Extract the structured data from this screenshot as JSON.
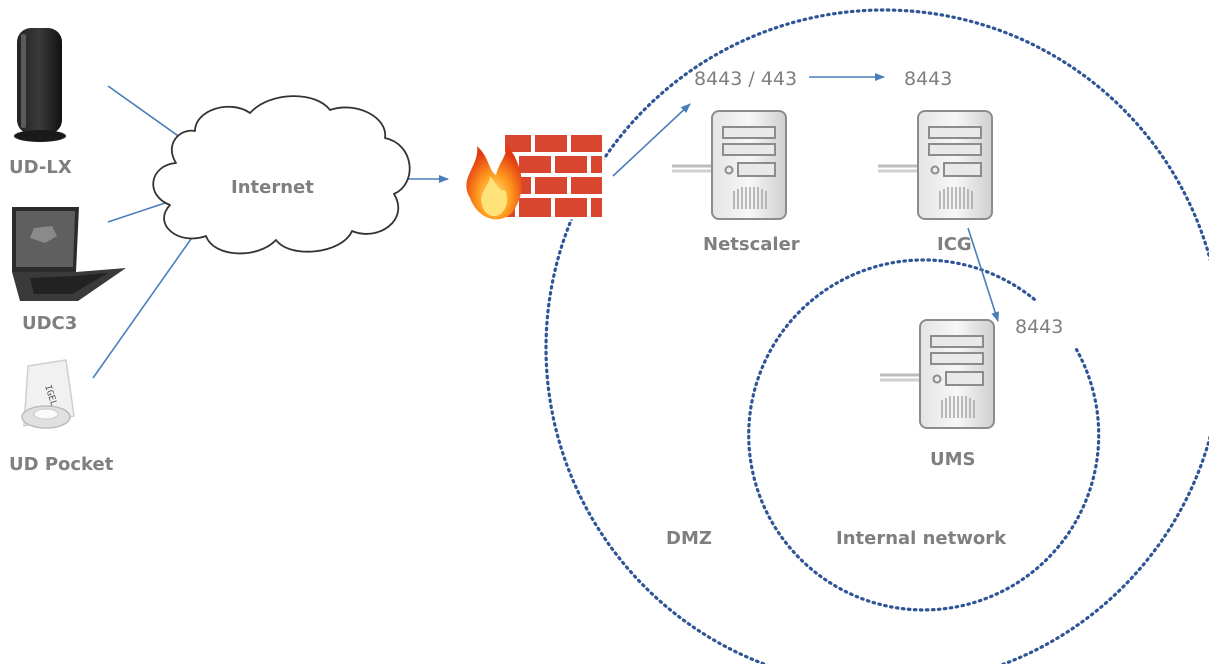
{
  "devices": {
    "ud_lx": {
      "label": "UD-LX",
      "icon": "thin-client-icon"
    },
    "udc3": {
      "label": "UDC3",
      "icon": "laptop-icon"
    },
    "ud_pocket": {
      "label": "UD Pocket",
      "icon": "usb-stick-icon"
    }
  },
  "internet": {
    "label": "Internet",
    "icon": "cloud-icon"
  },
  "firewall": {
    "icon": "firewall-icon"
  },
  "ports": {
    "netscaler_in": "8443 / 443",
    "icg_in": "8443",
    "ums_in": "8443"
  },
  "servers": {
    "netscaler": {
      "label": "Netscaler",
      "icon": "server-icon"
    },
    "icg": {
      "label": "ICG",
      "icon": "server-icon"
    },
    "ums": {
      "label": "UMS",
      "icon": "server-icon"
    }
  },
  "zones": {
    "dmz": "DMZ",
    "internal": "Internal network"
  },
  "colors": {
    "arrow": "#4a7ebb",
    "zone_border": "#2f5597",
    "label": "#7f7f7f",
    "brick": "#d9462f"
  }
}
